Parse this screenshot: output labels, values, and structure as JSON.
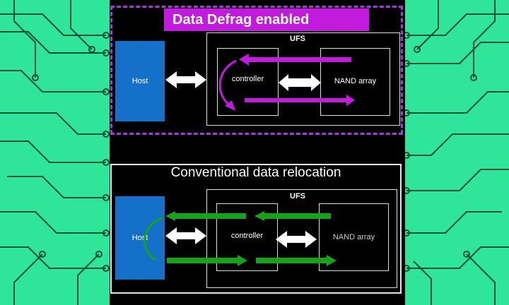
{
  "top": {
    "banner": "Data Defrag enabled",
    "ufs_label": "UFS",
    "host_label": "Host",
    "controller_label": "controller",
    "nand_label": "NAND array"
  },
  "bottom": {
    "title": "Conventional data relocation",
    "ufs_label": "UFS",
    "host_label": "Host",
    "controller_label": "controller",
    "nand_label": "NAND array"
  },
  "colors": {
    "background": "#2ee59a",
    "trace": "#0b4f36",
    "defrag_arrow": "#c21bde",
    "conventional_arrow": "#16a31a",
    "host_fill": "#1470c8",
    "banner": "#c21bde"
  }
}
